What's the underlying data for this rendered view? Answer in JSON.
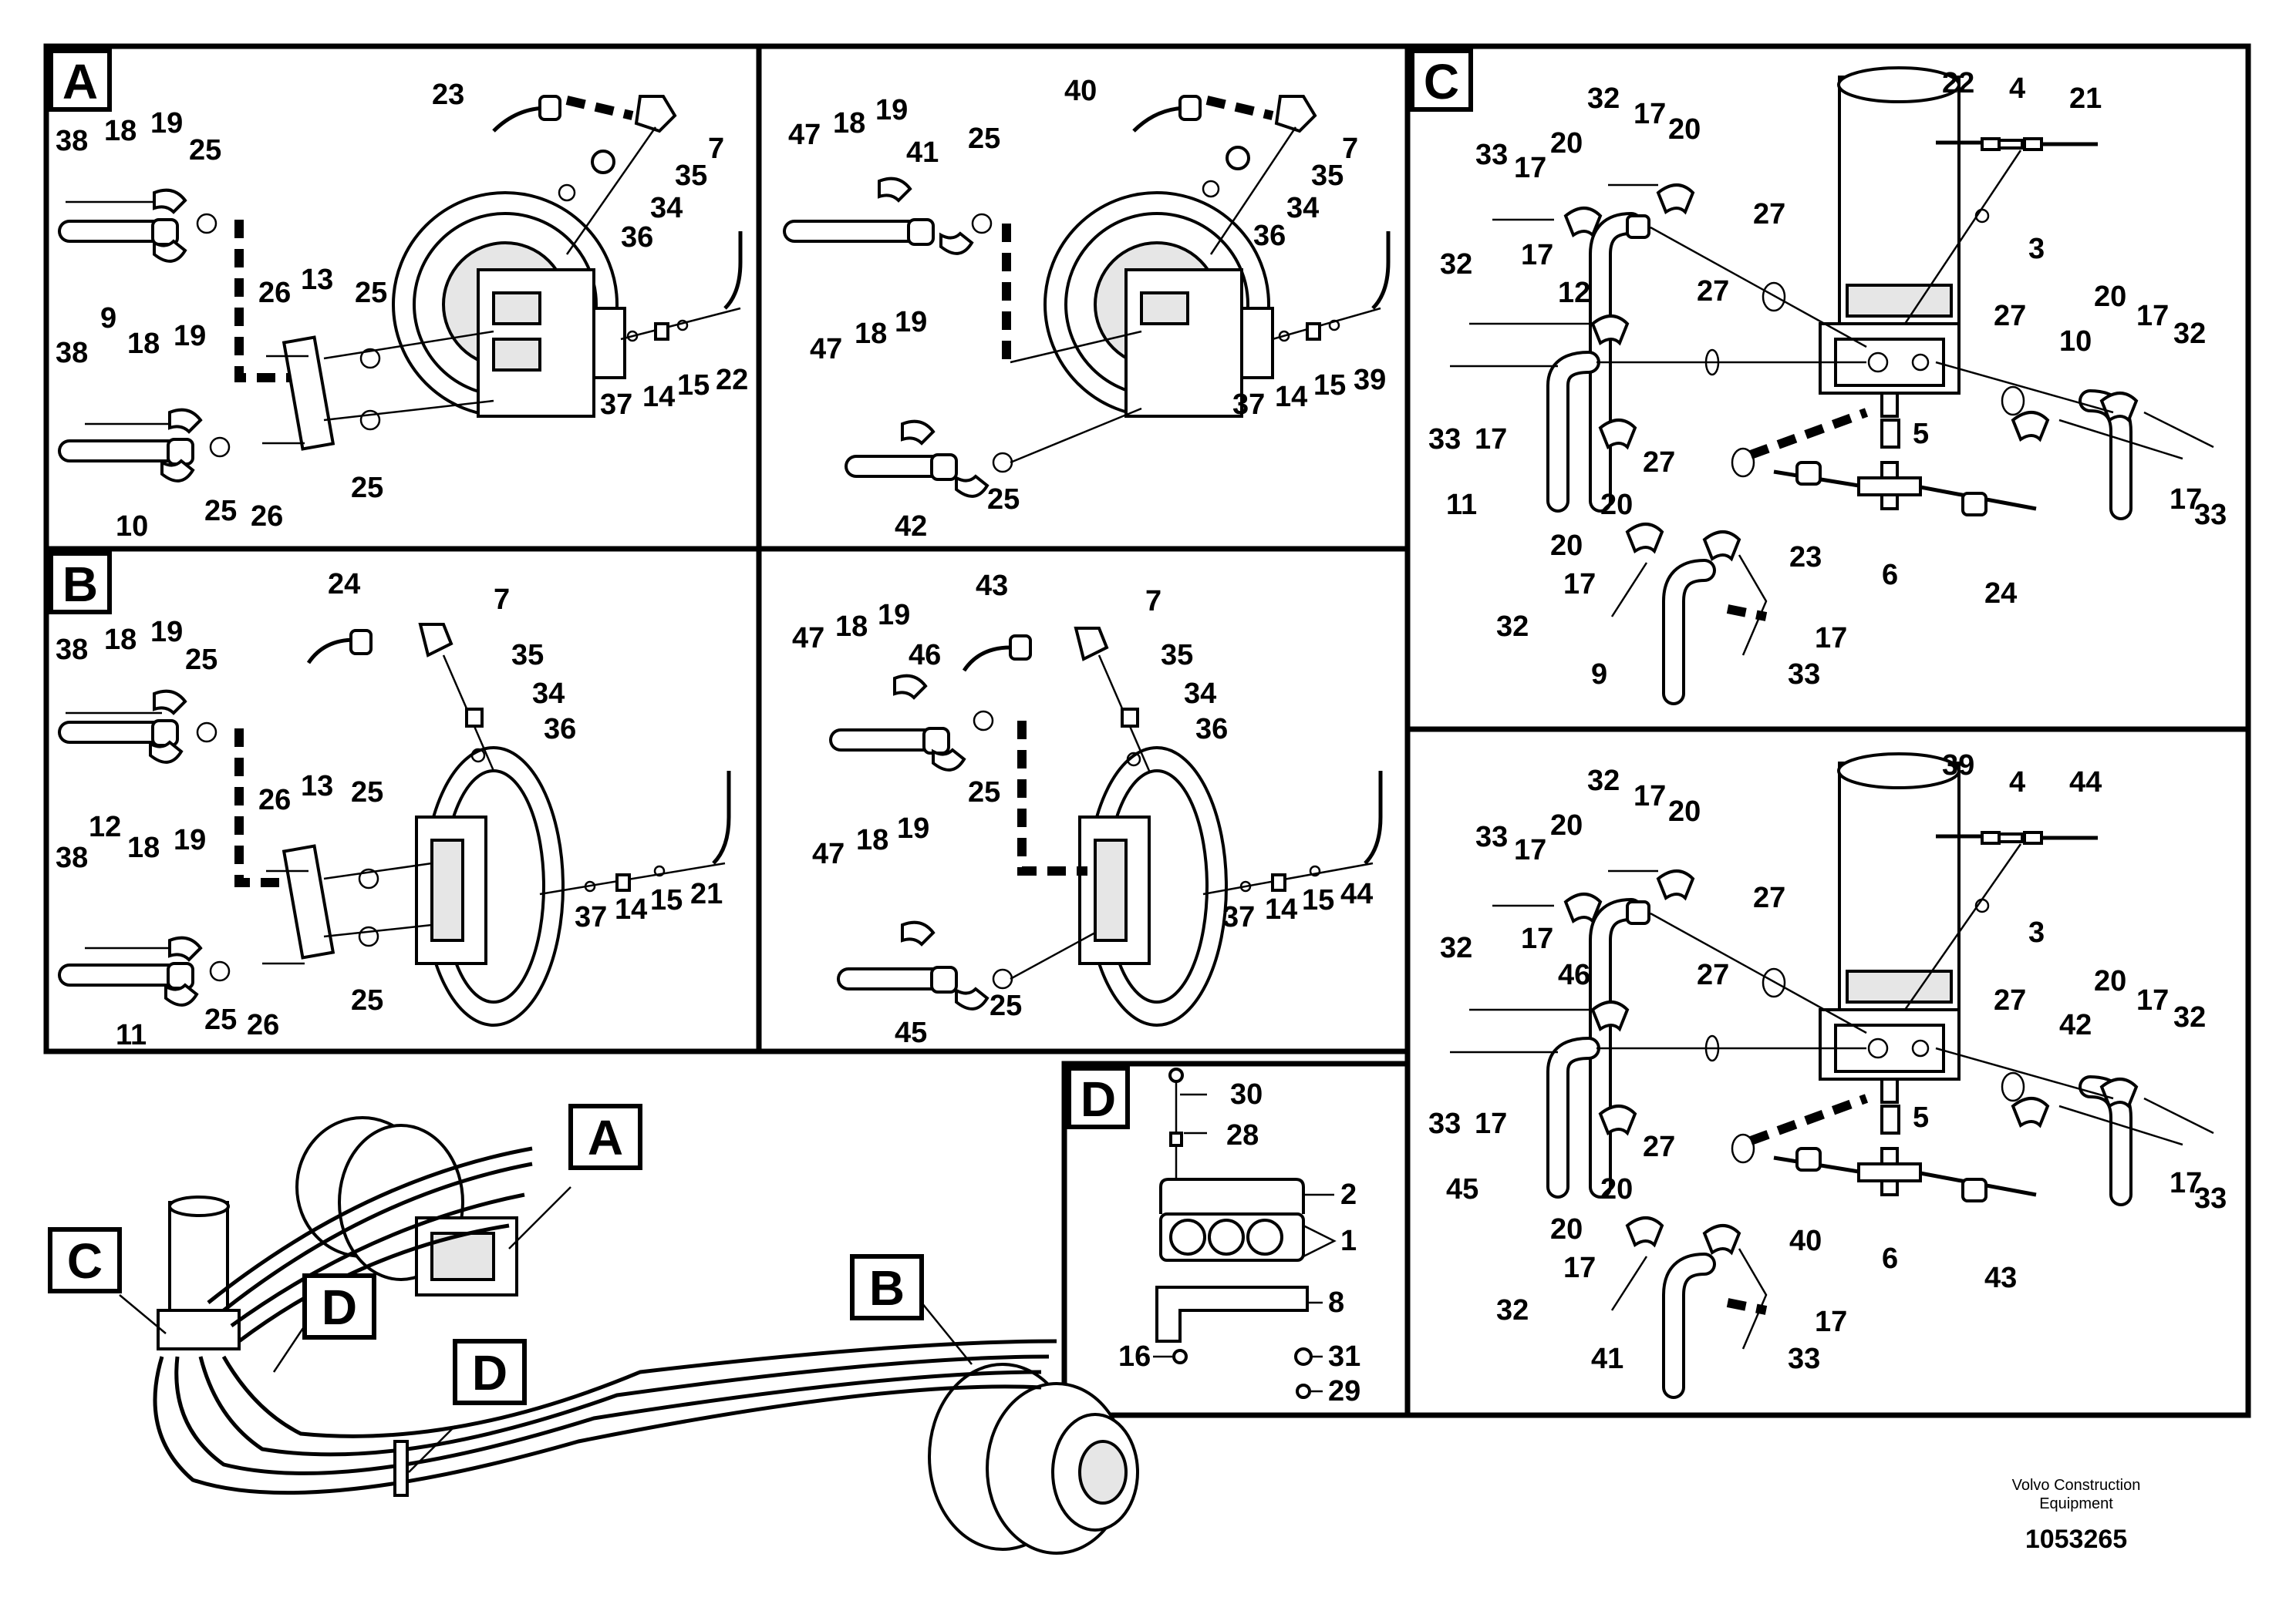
{
  "sections": {
    "A": "A",
    "B": "B",
    "C": "C",
    "D": "D",
    "overview_A": "A",
    "overview_B": "B",
    "overview_C": "C",
    "overview_D1": "D",
    "overview_D2": "D"
  },
  "callouts": {
    "a_left": [
      "38",
      "18",
      "19",
      "25",
      "9",
      "26",
      "13",
      "25",
      "38",
      "18",
      "19",
      "10",
      "25",
      "26",
      "25"
    ],
    "a_right_top": [
      "23",
      "7",
      "35",
      "34",
      "36",
      "37",
      "14",
      "15",
      "22"
    ],
    "a2_left": [
      "47",
      "18",
      "19",
      "41",
      "25",
      "47",
      "18",
      "19",
      "42",
      "25"
    ],
    "a2_right": [
      "40",
      "7",
      "35",
      "34",
      "36",
      "37",
      "14",
      "15",
      "39"
    ],
    "b_left": [
      "38",
      "18",
      "19",
      "25",
      "12",
      "26",
      "13",
      "25",
      "38",
      "18",
      "19",
      "11",
      "25",
      "26",
      "25"
    ],
    "b_right": [
      "24",
      "7",
      "35",
      "34",
      "36",
      "37",
      "14",
      "15",
      "21"
    ],
    "b2_left": [
      "47",
      "18",
      "19",
      "46",
      "25",
      "47",
      "18",
      "19",
      "45",
      "25"
    ],
    "b2_right": [
      "43",
      "7",
      "35",
      "34",
      "36",
      "37",
      "14",
      "15",
      "44"
    ],
    "c_top": [
      "32",
      "17",
      "20",
      "33",
      "17",
      "20",
      "22",
      "4",
      "21",
      "3",
      "17",
      "12",
      "27",
      "32",
      "27",
      "27",
      "20",
      "17",
      "32",
      "10",
      "33",
      "17",
      "11",
      "20",
      "5",
      "27",
      "20",
      "23",
      "6",
      "24",
      "17",
      "33",
      "17",
      "32",
      "9",
      "17",
      "33"
    ],
    "c2_top": [
      "32",
      "17",
      "20",
      "33",
      "17",
      "20",
      "39",
      "4",
      "44",
      "3",
      "17",
      "46",
      "27",
      "32",
      "27",
      "27",
      "20",
      "17",
      "32",
      "42",
      "33",
      "17",
      "45",
      "20",
      "5",
      "27",
      "20",
      "40",
      "6",
      "43",
      "17",
      "33",
      "17",
      "32",
      "41",
      "17",
      "33"
    ],
    "d": [
      "30",
      "28",
      "2",
      "1",
      "8",
      "16",
      "31",
      "29"
    ]
  },
  "footer": {
    "company_line1": "Volvo Construction",
    "company_line2": "Equipment",
    "drawing_number": "1053265"
  }
}
